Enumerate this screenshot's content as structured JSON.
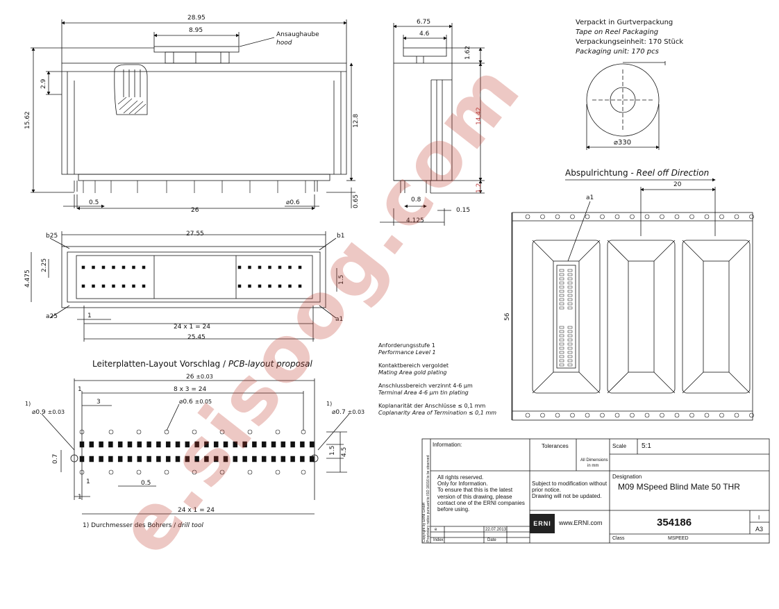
{
  "top_view": {
    "dim_width": "28.95",
    "dim_hood_width": "8.95",
    "hood_label_de": "Ansaughaube",
    "hood_label_en": "hood",
    "dim_height": "15.62",
    "dim_2_9": "2.9",
    "dim_12_8": "12.8",
    "dim_pin_len": "0.65",
    "dim_0_5": "0.5",
    "dim_26": "26",
    "dim_dia_0_6": "0.6"
  },
  "side_view": {
    "dim_6_75": "6.75",
    "dim_4_6": "4.6",
    "dim_1_62": "1.62",
    "dim_14_42": "14.42",
    "dim_1_2": "1.2",
    "dim_0_8": "0.8",
    "dim_4_125": "4.125",
    "dim_0_15": "0.15"
  },
  "bottom_view": {
    "dim_27_55": "27.55",
    "label_b25": "b25",
    "label_b1": "b1",
    "label_a25": "a25",
    "label_a1": "a1",
    "dim_2_25": "2.25",
    "dim_4_475": "4.475",
    "dim_1_5": "1.5",
    "dim_1": "1",
    "dim_24x1": "24 x 1 = 24",
    "dim_25_45": "25.45"
  },
  "pcb": {
    "title_de": "Leiterplatten-Layout Vorschlag /",
    "title_en": "PCB-layout proposal",
    "dim_26": "26",
    "dim_26_tol": "±0.03",
    "dim_1": "1",
    "dim_8x3": "8 x 3 = 24",
    "dim_3": "3",
    "dim_hole_06": "0.6",
    "dim_hole_06_tol": "±0.05",
    "footnote_mark": "1)",
    "dim_hole_09": "0.9",
    "dim_hole_09_tol": "±0.03",
    "dim_hole_07": "0.7",
    "dim_hole_07_tol": "±0.03",
    "dim_0_7": "0.7",
    "dim_1_5": "1.5",
    "dim_4_5": "4.5",
    "dim_0_5": "0.5",
    "dim_24x1": "24 x 1 = 24",
    "footnote_de": "1) Durchmesser des Bohrers /",
    "footnote_en": "drill tool"
  },
  "notes": {
    "level_de": "Anforderungsstufe 1",
    "level_en": "Performance Level 1",
    "contact_de": "Kontaktbereich vergoldet",
    "contact_en": "Mating Area gold plating",
    "terminal_de": "Anschlussbereich verzinnt 4-6 µm",
    "terminal_en": "Terminal Area 4-6 µm tin plating",
    "coplanar_de": "Koplanarität der Anschlüsse  ≤ 0,1 mm",
    "coplanar_en": "Coplanarity Area of Termination  ≤ 0,1 mm"
  },
  "packaging": {
    "line1": "Verpackt in Gurtverpackung",
    "line2": "Tape on Reel Packaging",
    "line3": "Verpackungseinheit:  170 Stück",
    "line4": "Packaging unit:  170 pcs",
    "reel_dia": "330",
    "reel_off_de": "Abspulrichtung -",
    "reel_off_en": "Reel off Direction",
    "pitch": "20",
    "tape_width": "56",
    "label_a1": "a1"
  },
  "title_block": {
    "information": "Information:",
    "tolerances": "Tolerances",
    "all_dims": "All Dimensions",
    "in_mm": "in mm",
    "scale_label": "Scale",
    "scale_value": "5:1",
    "designation_label": "Designation",
    "designation": "M09 MSpeed Blind Mate 50 THR",
    "rights_1": "All rights reserved.",
    "rights_2": "Only for Information.",
    "rights_3": "To ensure that this is the latest",
    "rights_4": "version of this drawing, please",
    "rights_5": "contact one of the ERNI companies",
    "rights_6": "before using.",
    "subject_1": "Subject to modification without",
    "subject_2": "prior notice.",
    "subject_3": "Drawing will not be updated.",
    "logo": "ERNI",
    "website": "www.ERNI.com",
    "part_number": "354186",
    "revision": "I",
    "sheet_size": "A3",
    "class_label": "Class",
    "class_value": "MSPEED",
    "index_label": "Index",
    "date_label": "Date",
    "rev_letter": "e",
    "date_value": "22.07.2013",
    "copyright_1": "Copyright by ERNI GmbH",
    "copyright_2": "Proprietary notice pursuant to ISO 16016 to be observed"
  },
  "watermark": "e.sisoog.com",
  "colors": {
    "ink": "#111111",
    "watermark": "#c0392b",
    "highlight": "#b83a3a"
  }
}
